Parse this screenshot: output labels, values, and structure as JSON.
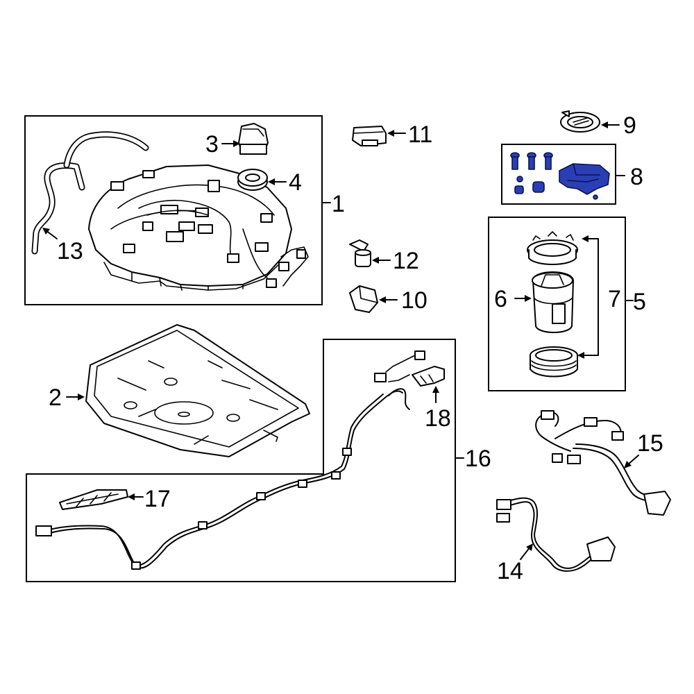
{
  "diagram": {
    "callouts": {
      "c1": "1",
      "c2": "2",
      "c3": "3",
      "c4": "4",
      "c5": "5",
      "c6": "6",
      "c7": "7",
      "c8": "8",
      "c9": "9",
      "c10": "10",
      "c11": "11",
      "c12": "12",
      "c13": "13",
      "c14": "14",
      "c15": "15",
      "c16": "16",
      "c17": "17",
      "c18": "18"
    },
    "highlight_color": "#2b3fb4",
    "highlighted_part": "8"
  }
}
